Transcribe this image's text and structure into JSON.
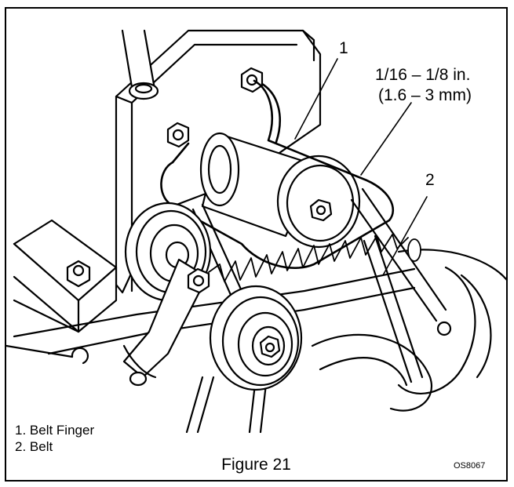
{
  "callouts": [
    "1",
    "2"
  ],
  "measurement": {
    "inches": "1/16 – 1/8 in.",
    "mm": "(1.6 – 3 mm)"
  },
  "legend": [
    "1. Belt Finger",
    "2. Belt"
  ],
  "caption": "Figure 21",
  "drawing_code": "OS8067"
}
